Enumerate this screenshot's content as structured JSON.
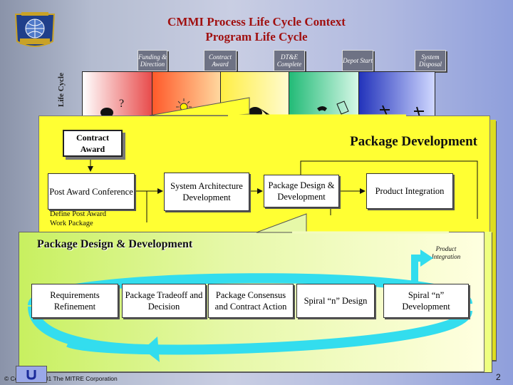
{
  "slide": {
    "title_line1": "CMMI Process Life Cycle Context",
    "title_line2": "Program Life Cycle",
    "page_number": "2",
    "footer_text": "© Copyright 2001 The MITRE Corporation",
    "side_label": "Life Cycle"
  },
  "milestones": [
    {
      "label": "Funding & Direction"
    },
    {
      "label": "Contract Award"
    },
    {
      "label": "DT&E Complete"
    },
    {
      "label": "Depot Start"
    },
    {
      "label": "System Disposal"
    }
  ],
  "package_development": {
    "heading": "Package Development",
    "contract_award": "Contract Award",
    "post_award": "Post Award Conference",
    "system_architecture": "System Architecture Development",
    "package_design": "Package Design & Development",
    "product_integration": "Product Integration",
    "define_note_line1": "Define Post Award",
    "define_note_line2": "Work Package"
  },
  "package_design_development": {
    "heading": "Package Design & Development",
    "product_integration_note": "Product Integration",
    "steps": [
      {
        "label": "Requirements Refinement"
      },
      {
        "label": "Package Tradeoff and Decision"
      },
      {
        "label": "Package Consensus and Contract Action"
      },
      {
        "label": "Spiral “n” Design"
      },
      {
        "label": "Spiral “n” Development"
      }
    ]
  },
  "colors": {
    "title": "#a01010",
    "panel_yellow": "#ffff33",
    "lower_panel": "#c8f060",
    "cycle_arrow": "#33ddee",
    "phase_colors": [
      "#e84a4a",
      "#ff8a3a",
      "#ffee44",
      "#33cc88",
      "#3344cc"
    ]
  }
}
